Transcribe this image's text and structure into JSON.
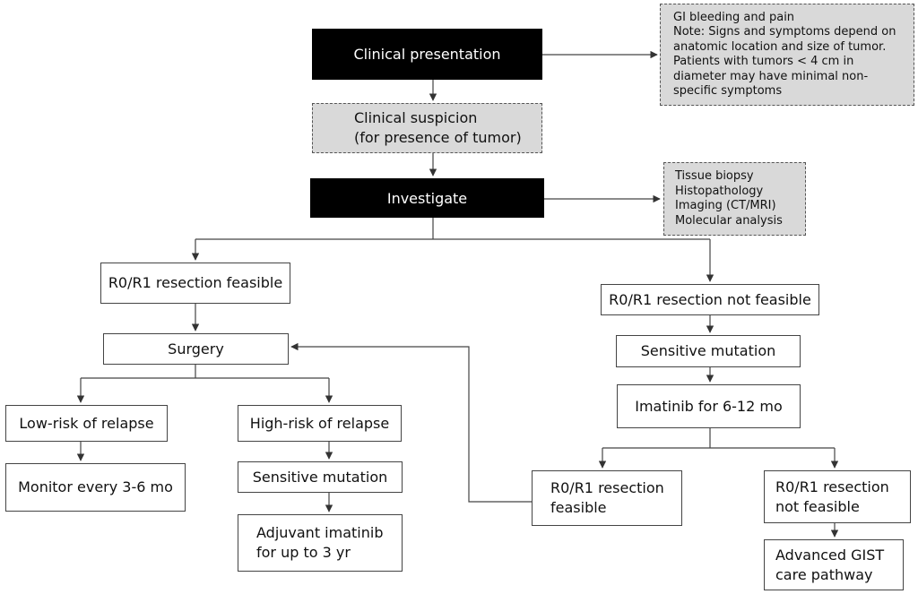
{
  "nodes": {
    "clinical_presentation": [
      "Clinical presentation"
    ],
    "note": [
      "GI bleeding and pain",
      "Note: Signs and symptoms depend on",
      "anatomic location and size of tumor.",
      "Patients with tumors < 4 cm in",
      "diameter may have minimal non-",
      "specific symptoms"
    ],
    "clinical_suspicion": [
      "Clinical suspicion",
      "(for presence of tumor)"
    ],
    "investigate": [
      "Investigate"
    ],
    "investigation_list": [
      "Tissue biopsy",
      "Histopathology",
      "Imaging (CT/MRI)",
      "Molecular analysis"
    ],
    "resection_feasible": [
      "R0/R1 resection feasible"
    ],
    "resection_not_feasible": [
      "R0/R1 resection not feasible"
    ],
    "surgery": [
      "Surgery"
    ],
    "sensitive_mutation_right": [
      "Sensitive mutation"
    ],
    "imatinib_6_12": [
      "Imatinib for 6-12 mo"
    ],
    "low_risk": [
      "Low-risk of relapse"
    ],
    "high_risk": [
      "High-risk of relapse"
    ],
    "monitor": [
      "Monitor every 3-6 mo"
    ],
    "sensitive_mutation_left": [
      "Sensitive mutation"
    ],
    "adjuvant": [
      "Adjuvant imatinib",
      "for up to 3 yr"
    ],
    "resection_feasible_2": [
      "R0/R1 resection",
      "feasible"
    ],
    "resection_not_feasible_2": [
      "R0/R1 resection",
      "not feasible"
    ],
    "advanced_gist": [
      "Advanced GIST",
      "care pathway"
    ]
  }
}
